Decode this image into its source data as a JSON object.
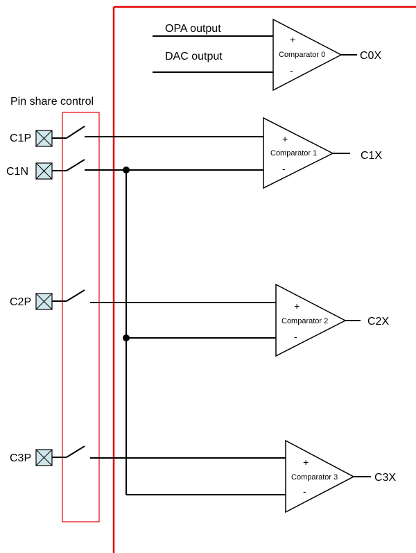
{
  "pin_share_label": "Pin share control",
  "inputs": {
    "opa": "OPA output",
    "dac": "DAC output"
  },
  "pins": {
    "c1p": "C1P",
    "c1n": "C1N",
    "c2p": "C2P",
    "c3p": "C3P"
  },
  "comparators": [
    {
      "name": "Comparator 0",
      "output": "C0X",
      "plus": "+",
      "minus": "-"
    },
    {
      "name": "Comparator 1",
      "output": "C1X",
      "plus": "+",
      "minus": "-"
    },
    {
      "name": "Comparator 2",
      "output": "C2X",
      "plus": "+",
      "minus": "-"
    },
    {
      "name": "Comparator 3",
      "output": "C3X",
      "plus": "+",
      "minus": "-"
    }
  ],
  "colors": {
    "boundary": "#e60000",
    "pin_fill": "#cfe6ec",
    "wire": "#000000"
  }
}
